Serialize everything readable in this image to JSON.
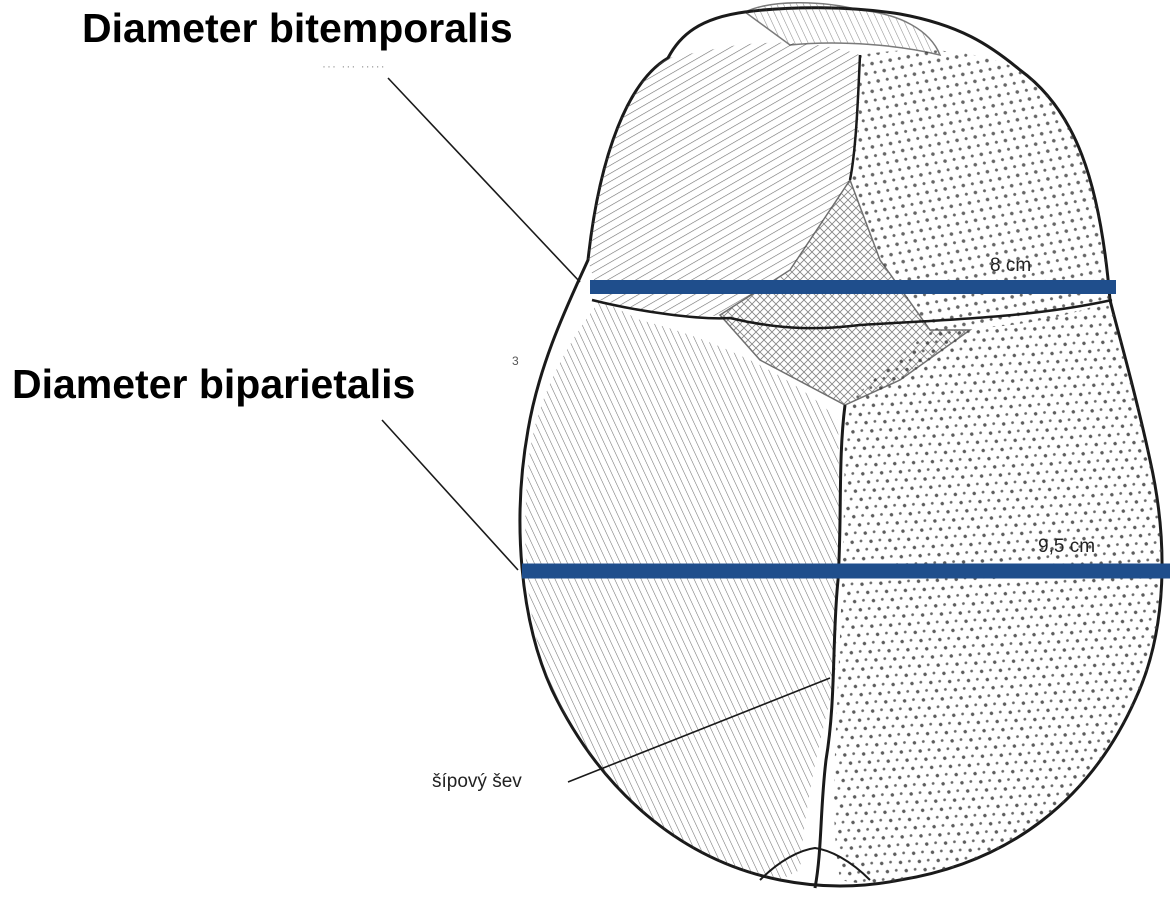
{
  "labels": {
    "bitemporalis": "Diameter bitemporalis",
    "biparietalis": "Diameter biparietalis",
    "bitemporal_measure": "8 cm",
    "biparietal_measure": "9,5 cm",
    "suture": "šípový šev",
    "faint_fragment": "··· ··· ·····",
    "small_mark": "3"
  },
  "colors": {
    "measure_line": "#1f4e8c",
    "ink": "#2a2a2a",
    "background": "#ffffff"
  }
}
